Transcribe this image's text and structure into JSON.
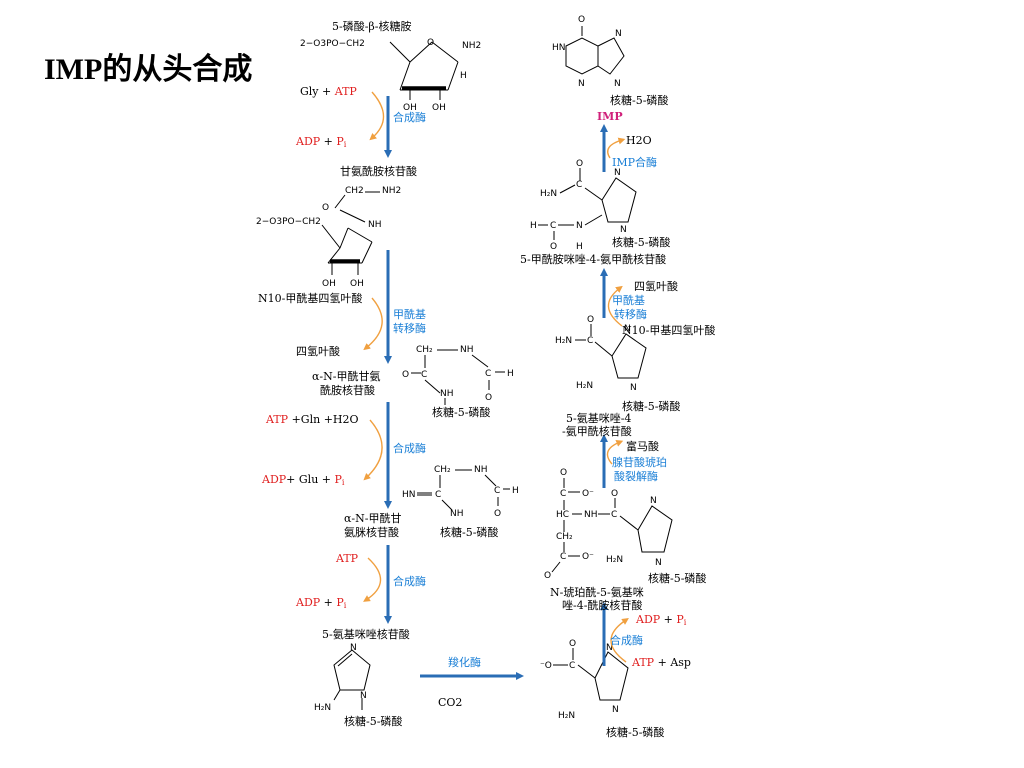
{
  "title": "IMP的从头合成",
  "left_column": {
    "prpp": {
      "name": "5-磷酸-β-核糖胺",
      "phosphate": "2−O3PO−CH2",
      "nh2": "NH2",
      "h": "H",
      "oh1": "OH",
      "oh2": "OH"
    },
    "step1": {
      "in": [
        "Gly",
        "+",
        "ATP"
      ],
      "out": [
        "ADP",
        "+",
        "P",
        "i"
      ],
      "enzyme": "合成酶"
    },
    "gar": {
      "name": "甘氨酰胺核苷酸",
      "phosphate": "2−O3PO−CH2",
      "o": "O",
      "nh": "NH",
      "nh2": "NH2",
      "ch2": "CH2",
      "oh1": "OH",
      "oh2": "OH"
    },
    "step2": {
      "in": "N10-甲酰基四氢叶酸",
      "out": "四氢叶酸",
      "enzyme1": "甲酰基",
      "enzyme2": "转移酶"
    },
    "fgar": {
      "name1": "α-N-甲酰甘氨",
      "name2": "酰胺核苷酸",
      "ribose": "核糖-5-磷酸"
    },
    "step3": {
      "in": [
        "ATP",
        "+Gln +",
        "H2O"
      ],
      "out": [
        "ADP",
        "+ Glu +",
        "P",
        "i"
      ],
      "enzyme": "合成酶"
    },
    "fgam": {
      "name1": "α-N-甲酰甘",
      "name2": "氨脒核苷酸",
      "ribose": "核糖-5-磷酸"
    },
    "step4": {
      "in": "ATP",
      "out": [
        "ADP",
        "+",
        "P",
        "i"
      ],
      "enzyme": "合成酶"
    },
    "air": {
      "name": "5-氨基咪唑核苷酸",
      "ribose": "核糖-5-磷酸"
    }
  },
  "bottom": {
    "enzyme": "羧化酶",
    "co2": "CO2"
  },
  "right_column": {
    "cair": {
      "ribose": "核糖-5-磷酸"
    },
    "step6": {
      "in": [
        "ATP",
        "+",
        "Asp"
      ],
      "out": [
        "ADP",
        "+",
        "P",
        "i"
      ],
      "enzyme": "合成酶"
    },
    "saicar": {
      "name1": "N-琥珀酰-5-氨基咪",
      "name2": "唑-4-酰胺核苷酸",
      "ribose": "核糖-5-磷酸"
    },
    "step7": {
      "out": "富马酸",
      "enzyme1": "腺苷酸琥珀",
      "enzyme2": "酸裂解酶"
    },
    "aicar": {
      "name1": "5-氨基咪唑-4",
      "name2": "-氨甲酰核苷酸",
      "ribose": "核糖-5-磷酸"
    },
    "step8": {
      "in": "N10-甲基四氢叶酸",
      "out": "四氢叶酸",
      "enzyme1": "甲酰基",
      "enzyme2": "转移酶"
    },
    "faicar": {
      "name": "5-甲酰胺咪唑-4-氨甲酰核苷酸",
      "ribose": "核糖-5-磷酸"
    },
    "step9": {
      "out": "H2O",
      "enzyme": "IMP合酶"
    },
    "imp": {
      "ribose": "核糖-5-磷酸",
      "label": "IMP"
    }
  },
  "colors": {
    "enzyme": "#1a7fd6",
    "cofactor": "#e02020",
    "imp": "#d0207a",
    "arrow": "#2a6db5",
    "curve": "#f0a040"
  }
}
